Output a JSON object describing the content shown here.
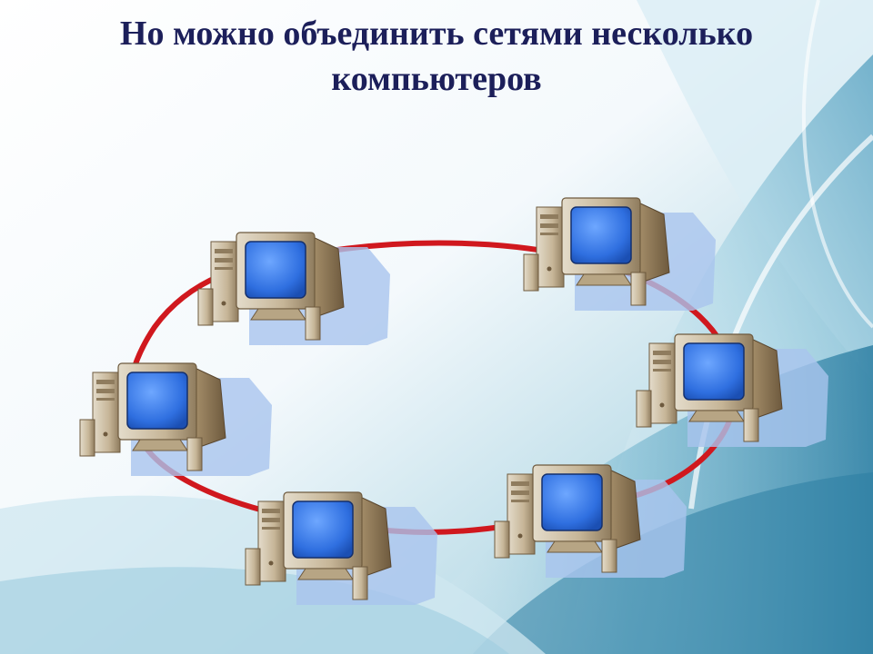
{
  "slide": {
    "title_line1": "Но можно объединить сетями несколько",
    "title_line2": "компьютеров"
  },
  "diagram": {
    "topology": "ring",
    "link_color": "#d0181e",
    "node_count": 6,
    "nodes": [
      {
        "icon": "computer-icon"
      },
      {
        "icon": "computer-icon"
      },
      {
        "icon": "computer-icon"
      },
      {
        "icon": "computer-icon"
      },
      {
        "icon": "computer-icon"
      },
      {
        "icon": "computer-icon"
      }
    ]
  },
  "colors": {
    "title": "#1c1f5a",
    "screen": "#2f6fe0",
    "case": "#c9b99c",
    "shadow": "#a9c4ee"
  }
}
